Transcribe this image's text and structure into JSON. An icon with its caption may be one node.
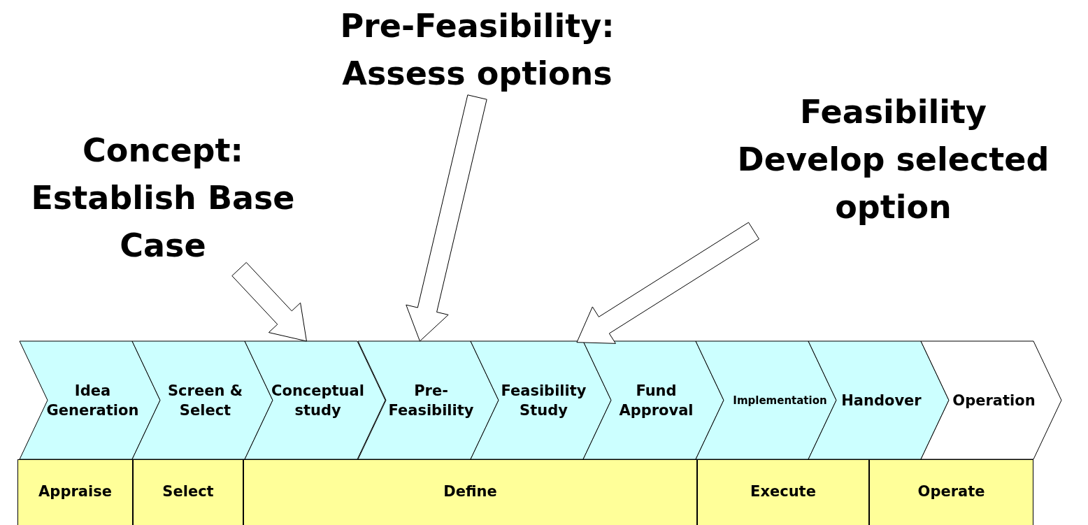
{
  "diagram": {
    "nodes": [
      {
        "text": [
          "Pre-Feasibility: Assess options"
        ]
      },
      {
        "text": [
          "Feasibility Develop selected option"
        ]
      },
      {
        "text": [
          "Concept: Establish Base Case"
        ]
      },
      {
        "text": [
          "Idea Generation"
        ]
      },
      {
        "text": [
          "Screen & Select"
        ]
      },
      {
        "text": [
          "Conceptual study"
        ]
      },
      {
        "text": [
          "Pre-Feasibility"
        ]
      },
      {
        "text": [
          "Feasibility Study"
        ]
      },
      {
        "text": [
          "Fund Approval"
        ]
      },
      {
        "text": [
          "Implementation"
        ]
      },
      {
        "text": [
          "Handover"
        ]
      },
      {
        "text": [
          "Operation"
        ]
      },
      {
        "text": [
          "Appraise"
        ]
      },
      {
        "text": [
          "Select"
        ]
      },
      {
        "text": [
          "Define"
        ]
      },
      {
        "text": [
          "Execute"
        ]
      },
      {
        "text": [
          "Operate"
        ]
      }
    ],
    "edges": [
      {
        "from": 0,
        "to": 6,
        "arrow": "to"
      },
      {
        "from": 1,
        "to": 7,
        "arrow": "to"
      },
      {
        "from": 2,
        "to": 5,
        "arrow": "to"
      }
    ]
  }
}
